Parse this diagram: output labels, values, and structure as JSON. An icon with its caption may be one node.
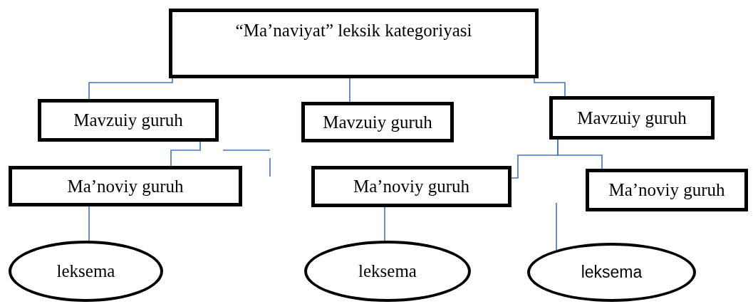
{
  "diagram": {
    "nodes": [
      {
        "text": [
          "“Ma’naviyat” leksik kategoriyasi"
        ]
      },
      {
        "text": [
          "Mavzuiy guruh"
        ]
      },
      {
        "text": [
          "Mavzuiy guruh"
        ]
      },
      {
        "text": [
          "Mavzuiy guruh"
        ]
      },
      {
        "text": [
          "Ma’noviy guruh"
        ]
      },
      {
        "text": [
          "Ma’noviy guruh"
        ]
      },
      {
        "text": [
          "Ma’noviy guruh"
        ]
      },
      {
        "text": [
          "leksema"
        ]
      },
      {
        "text": [
          "leksema"
        ]
      },
      {
        "text": [
          "leksema"
        ]
      }
    ],
    "edges": [
      {
        "from": 0,
        "to": 1,
        "arrow": "none"
      },
      {
        "from": 0,
        "to": 2,
        "arrow": "none"
      },
      {
        "from": 0,
        "to": 3,
        "arrow": "none"
      },
      {
        "from": 1,
        "to": 4,
        "arrow": "none"
      },
      {
        "from": 3,
        "to": 6,
        "arrow": "none"
      },
      {
        "from": 3,
        "to": 5,
        "arrow": "none"
      },
      {
        "from": 4,
        "to": 7,
        "arrow": "none"
      },
      {
        "from": 5,
        "to": 8,
        "arrow": "none"
      },
      {
        "from": null,
        "to": 9,
        "arrow": "none"
      }
    ]
  }
}
